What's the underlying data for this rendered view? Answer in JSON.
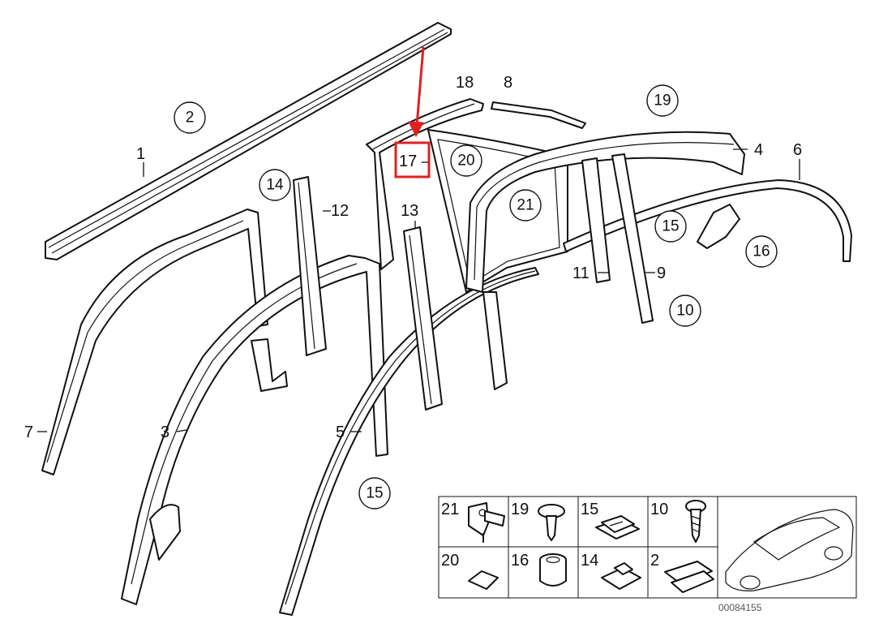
{
  "callouts": {
    "p1": "1",
    "p2": "2",
    "p3": "3",
    "p4": "4",
    "p5": "5",
    "p6": "6",
    "p7": "7",
    "p8": "8",
    "p9": "9",
    "p10": "10",
    "p11": "11",
    "p12": "12",
    "p13": "13",
    "p14": "14",
    "p15a": "15",
    "p15b": "15",
    "p16": "16",
    "p17": "17",
    "p18": "18",
    "p19": "19",
    "p20": "20",
    "p21": "21"
  },
  "highlight": {
    "part": "17",
    "color": "#e02020"
  },
  "legend": {
    "cells": [
      "21",
      "19",
      "15",
      "10",
      "20",
      "16",
      "14",
      "2"
    ]
  },
  "reference_number": "00084155",
  "icons": [
    "clip-21-icon",
    "rivet-19-icon",
    "clip-15-icon",
    "screw-10-icon",
    "pad-20-icon",
    "grommet-16-icon",
    "clip-14-icon",
    "clip-2-icon",
    "car-outline-icon"
  ]
}
